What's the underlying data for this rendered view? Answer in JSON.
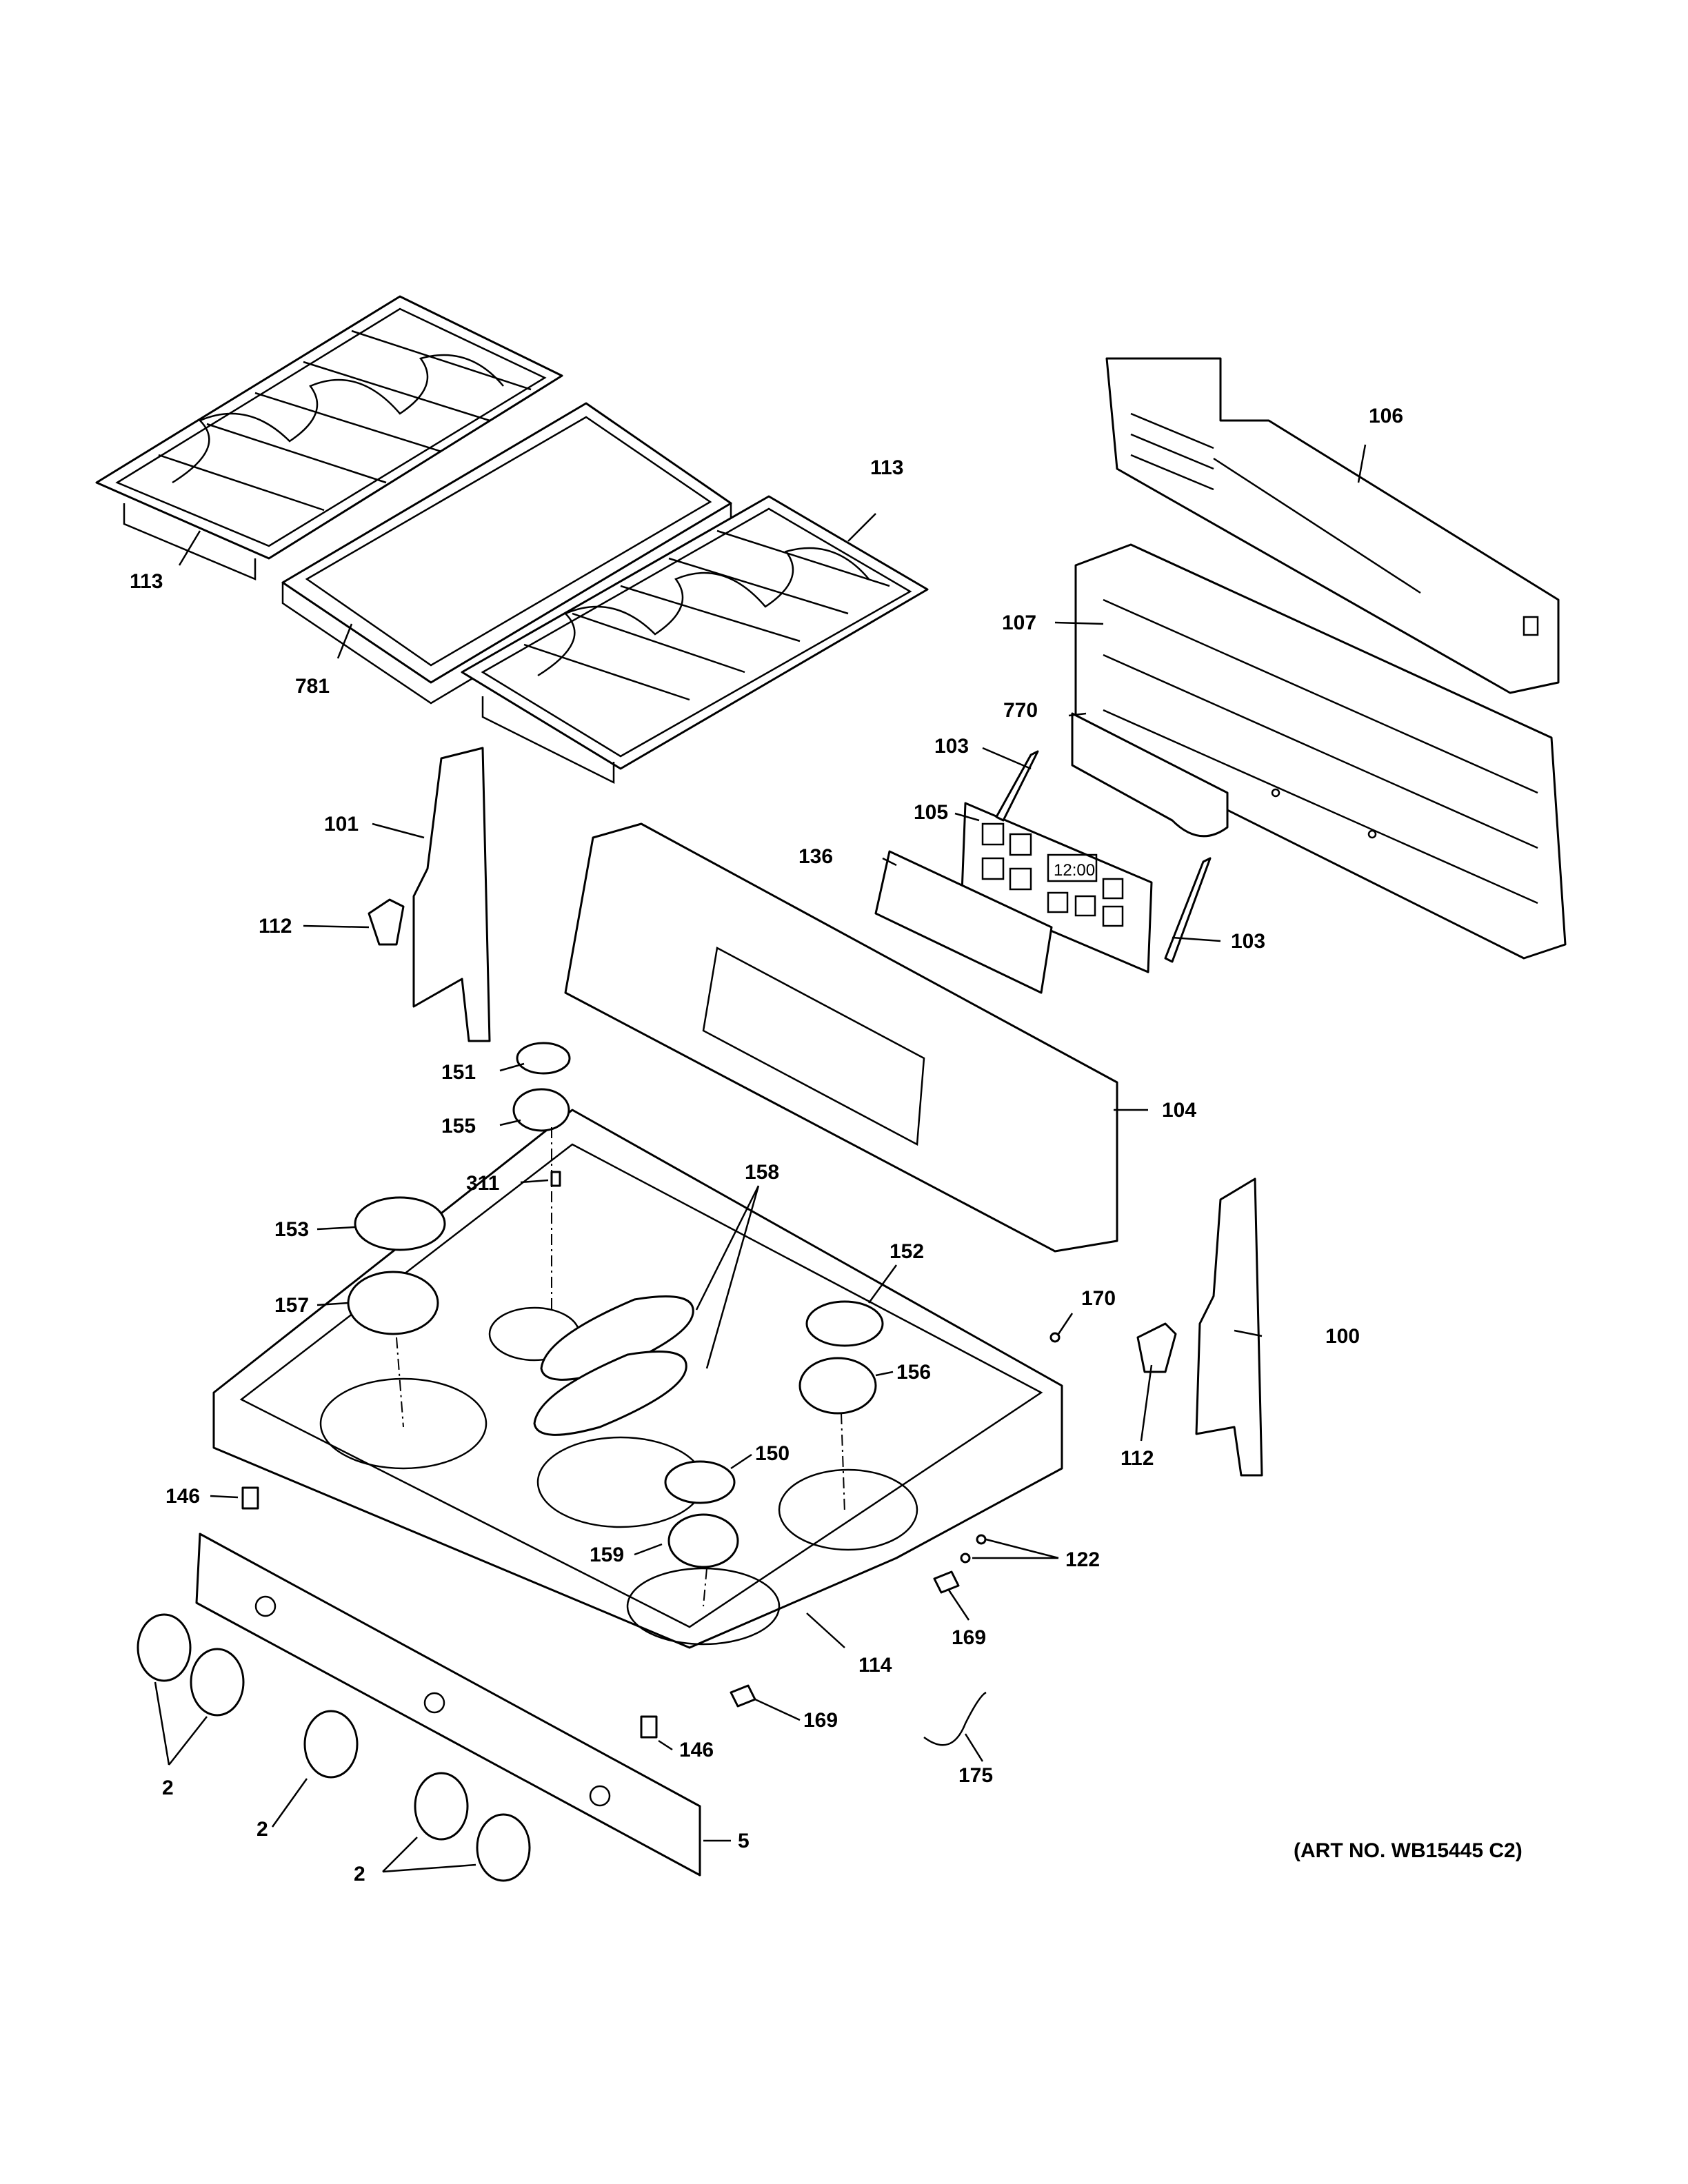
{
  "art_number": "(ART NO. WB15445 C2)",
  "callouts": {
    "c100": "100",
    "c101": "101",
    "c103a": "103",
    "c103b": "103",
    "c104": "104",
    "c105": "105",
    "c106": "106",
    "c107": "107",
    "c112a": "112",
    "c112b": "112",
    "c113a": "113",
    "c113b": "113",
    "c114": "114",
    "c122": "122",
    "c136": "136",
    "c146a": "146",
    "c146b": "146",
    "c150": "150",
    "c151": "151",
    "c152": "152",
    "c153": "153",
    "c155": "155",
    "c156": "156",
    "c157": "157",
    "c158": "158",
    "c159": "159",
    "c169a": "169",
    "c169b": "169",
    "c170": "170",
    "c175": "175",
    "c311": "311",
    "c770": "770",
    "c781": "781",
    "c2a": "2",
    "c2b": "2",
    "c2c": "2",
    "c5": "5"
  },
  "display": {
    "clock": "12:00"
  }
}
